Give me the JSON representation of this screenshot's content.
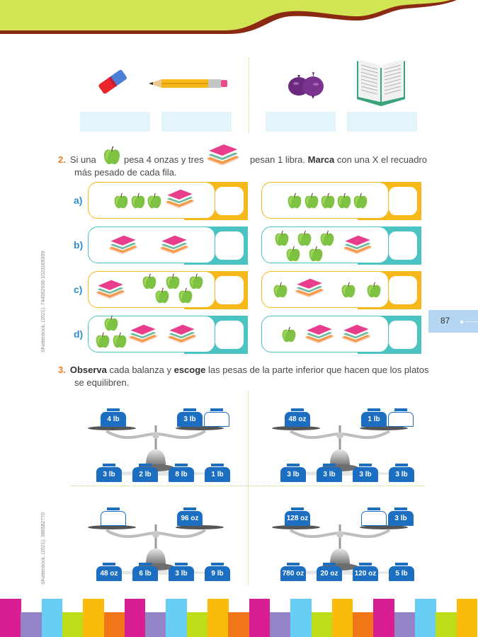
{
  "page_number": "87",
  "section1": {
    "objects": [
      {
        "name": "eraser",
        "answer": ""
      },
      {
        "name": "pencil",
        "answer": ""
      },
      {
        "name": "onions",
        "answer": ""
      },
      {
        "name": "book",
        "answer": ""
      }
    ]
  },
  "exercise2": {
    "number": "2.",
    "text_part1": "Si una",
    "text_part2": "pesa 4 onzas y tres",
    "text_part3": "pesan 1 libra.",
    "bold_word": "Marca",
    "text_part4": "con una X el recuadro",
    "text_line2": "más pesado de cada fila.",
    "rows": [
      {
        "label": "a)",
        "color": "#f7b81c",
        "left": {
          "items": [
            "apple",
            "apple",
            "apple",
            "books"
          ]
        },
        "right": {
          "items": [
            "apple",
            "apple",
            "apple",
            "apple",
            "apple"
          ]
        }
      },
      {
        "label": "b)",
        "color": "#4cc3c3",
        "left": {
          "items": [
            "books",
            "books"
          ]
        },
        "right": {
          "items": [
            "apple",
            "apple",
            "apple",
            "apple",
            "apple",
            "books"
          ]
        }
      },
      {
        "label": "c)",
        "color": "#f7b81c",
        "left": {
          "items": [
            "books",
            "apple",
            "apple",
            "apple",
            "apple",
            "apple"
          ]
        },
        "right": {
          "items": [
            "apple",
            "books",
            "apple",
            "apple"
          ]
        }
      },
      {
        "label": "d)",
        "color": "#4cc3c3",
        "left": {
          "items": [
            "apple",
            "apple",
            "apple",
            "books",
            "books"
          ]
        },
        "right": {
          "items": [
            "apple",
            "books",
            "books"
          ]
        }
      }
    ]
  },
  "exercise3": {
    "number": "3.",
    "bold1": "Observa",
    "text1": "cada balanza y",
    "bold2": "escoge",
    "text2": "las pesas de la parte inferior que hacen que los platos",
    "text_line2": "se equilibren.",
    "scales": [
      {
        "left_pan": [
          "4 lb"
        ],
        "right_pan": [
          "3 lb",
          ""
        ],
        "options": [
          "3 lb",
          "2 lb",
          "8 lb",
          "1 lb"
        ]
      },
      {
        "left_pan": [
          "48 oz"
        ],
        "right_pan": [
          "1 lb",
          ""
        ],
        "options": [
          "3 lb",
          "3 lb",
          "3 lb",
          "3 lb"
        ]
      },
      {
        "left_pan": [
          ""
        ],
        "right_pan": [
          "96 oz"
        ],
        "options": [
          "48 oz",
          "6 lb",
          "3 lb",
          "9 lb"
        ]
      },
      {
        "left_pan": [
          "128 oz"
        ],
        "right_pan": [
          "",
          "3 lb"
        ],
        "options": [
          "780 oz",
          "20 oz",
          "120 oz",
          "5 lb"
        ]
      }
    ]
  },
  "credits": [
    "Shutterstock, (2021). 744562936-1023169399",
    "Shutterstock, (2021). 386582770"
  ],
  "colors": {
    "header_green": "#d2e655",
    "header_border": "#8b2a12",
    "accent_orange": "#ef7d22",
    "label_blue": "#2f8fcf",
    "weight_blue": "#1c6fc0",
    "yellow": "#f7b81c",
    "teal": "#4cc3c3",
    "answer_box": "#e3f4fb",
    "footer_stripes": [
      "#d91e93",
      "#9384c8",
      "#67cdf2",
      "#c0dd1a",
      "#fbbb0b",
      "#f07617"
    ]
  }
}
